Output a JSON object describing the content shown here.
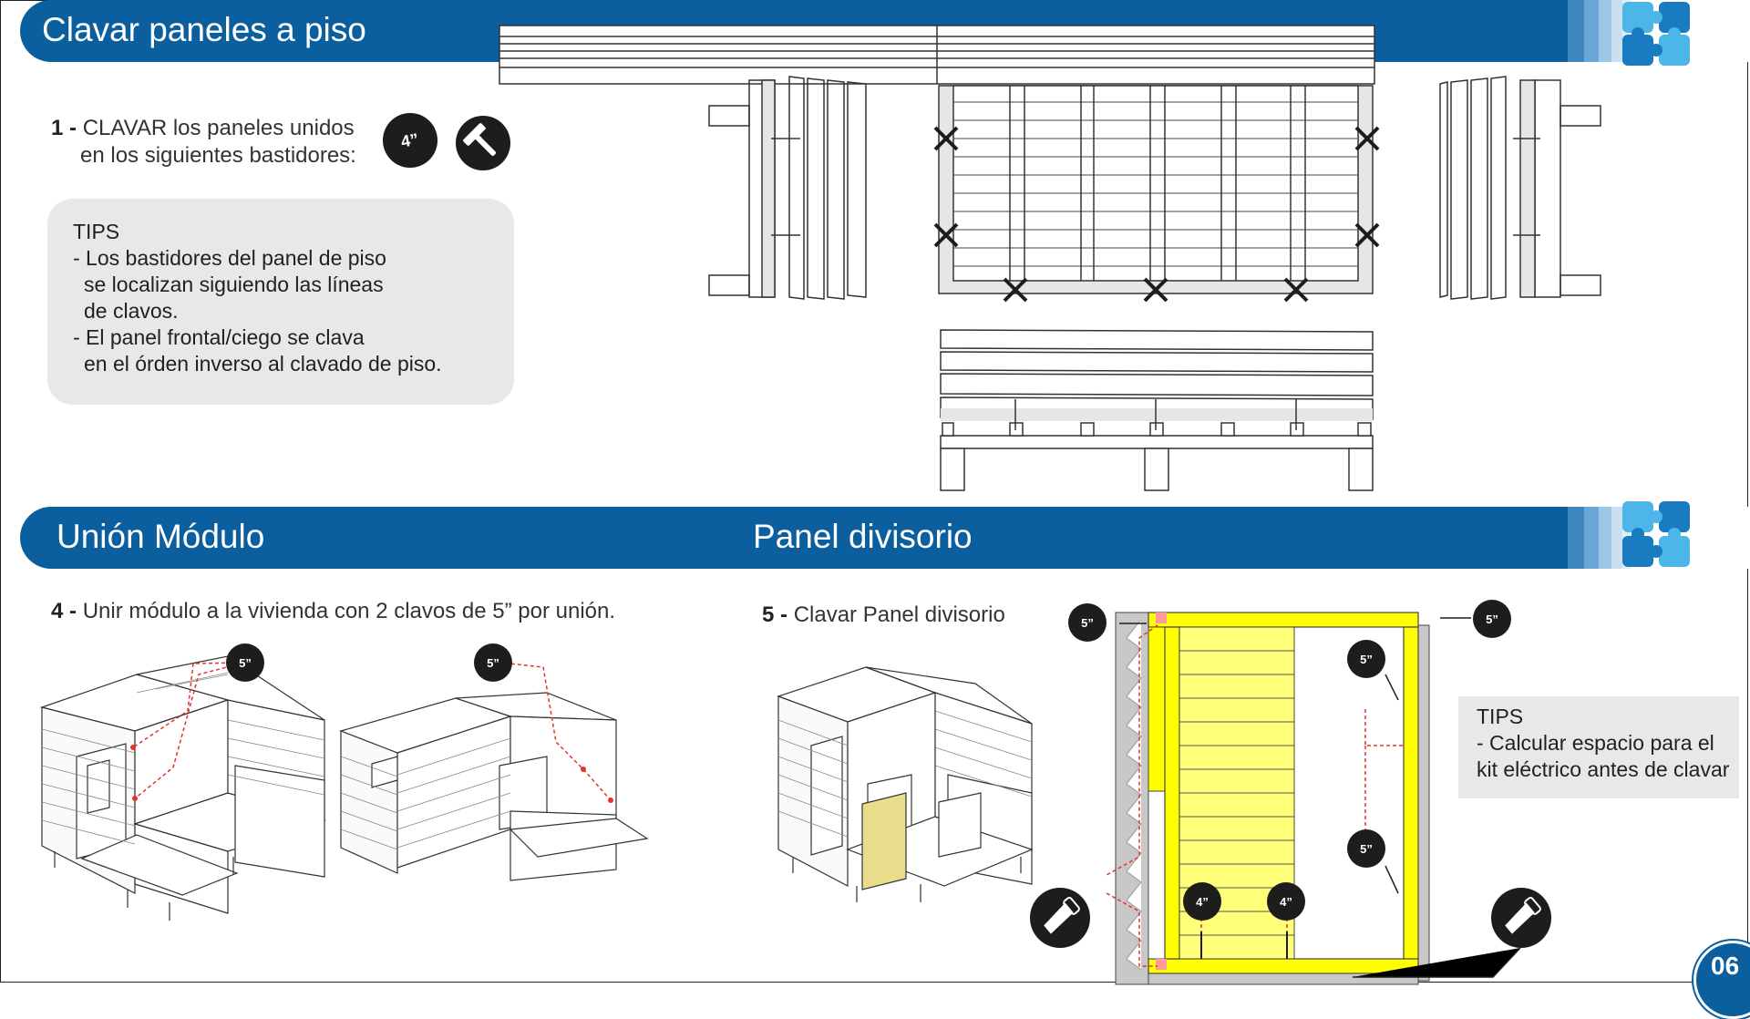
{
  "sections": {
    "top_title": "Clavar paneles a piso",
    "union_title": "Unión Módulo",
    "panel_title": "Panel divisorio"
  },
  "step1": {
    "number": "1 -",
    "line1": "CLAVAR los paneles unidos",
    "line2": "en los siguientes bastidores:",
    "nail_badge": "4”"
  },
  "tips1": {
    "heading": "TIPS",
    "lines": [
      "- Los bastidores del panel de piso",
      "  se localizan siguiendo las líneas",
      "  de clavos.",
      "- El panel frontal/ciego se clava",
      "  en el órden inverso al clavado de piso."
    ]
  },
  "step4": {
    "number": "4 -",
    "text": "Unir módulo a la vivienda con 2 clavos de 5” por unión.",
    "badge_a": "5”",
    "badge_b": "5”"
  },
  "step5": {
    "number": "5 -",
    "text": "Clavar Panel divisorio",
    "badge_tl": "5”",
    "badge_tr": "5”",
    "badge_r1": "5”",
    "badge_r2": "5”",
    "badge_b1": "4”",
    "badge_b2": "4”"
  },
  "tips2": {
    "heading": "TIPS",
    "lines": [
      "- Calcular espacio para el",
      "kit eléctrico antes de clavar"
    ]
  },
  "page_number": "06",
  "colors": {
    "brand_blue": "#0c5f9e",
    "highlight_yellow": "#ffff00",
    "tips_gray": "#e8e8e9",
    "dashed_red": "#e5332a"
  }
}
